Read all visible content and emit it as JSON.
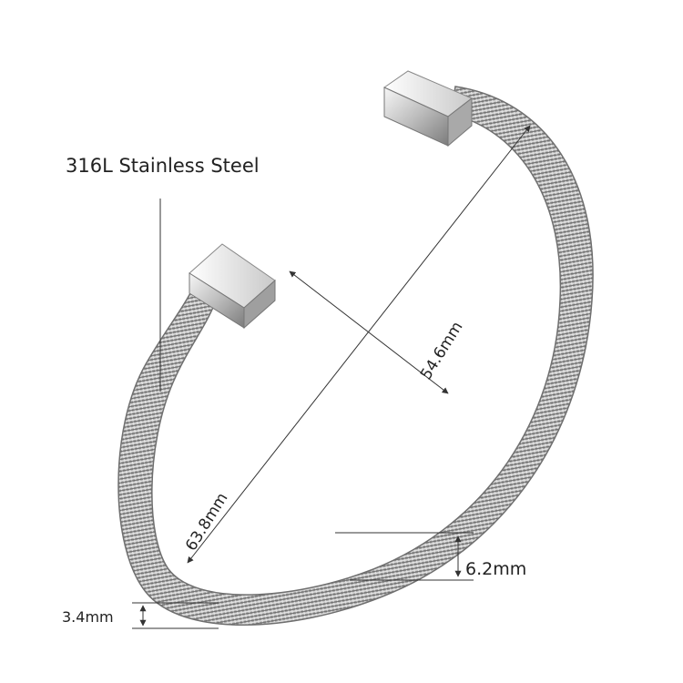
{
  "labels": {
    "material": "316L Stainless Steel",
    "inner_width": "54.6mm",
    "inner_length": "63.8mm",
    "band_width": "6.2mm",
    "band_thickness": "3.4mm"
  },
  "colors": {
    "background": "#ffffff",
    "text": "#222222",
    "line": "#333333",
    "mesh_light": "#d8d8d8",
    "mesh_dark": "#6a6a6a",
    "cap_highlight": "#f4f4f4",
    "cap_shadow": "#8a8a8a"
  },
  "icons": {
    "arrowhead": "triangle-arrowhead-icon"
  }
}
